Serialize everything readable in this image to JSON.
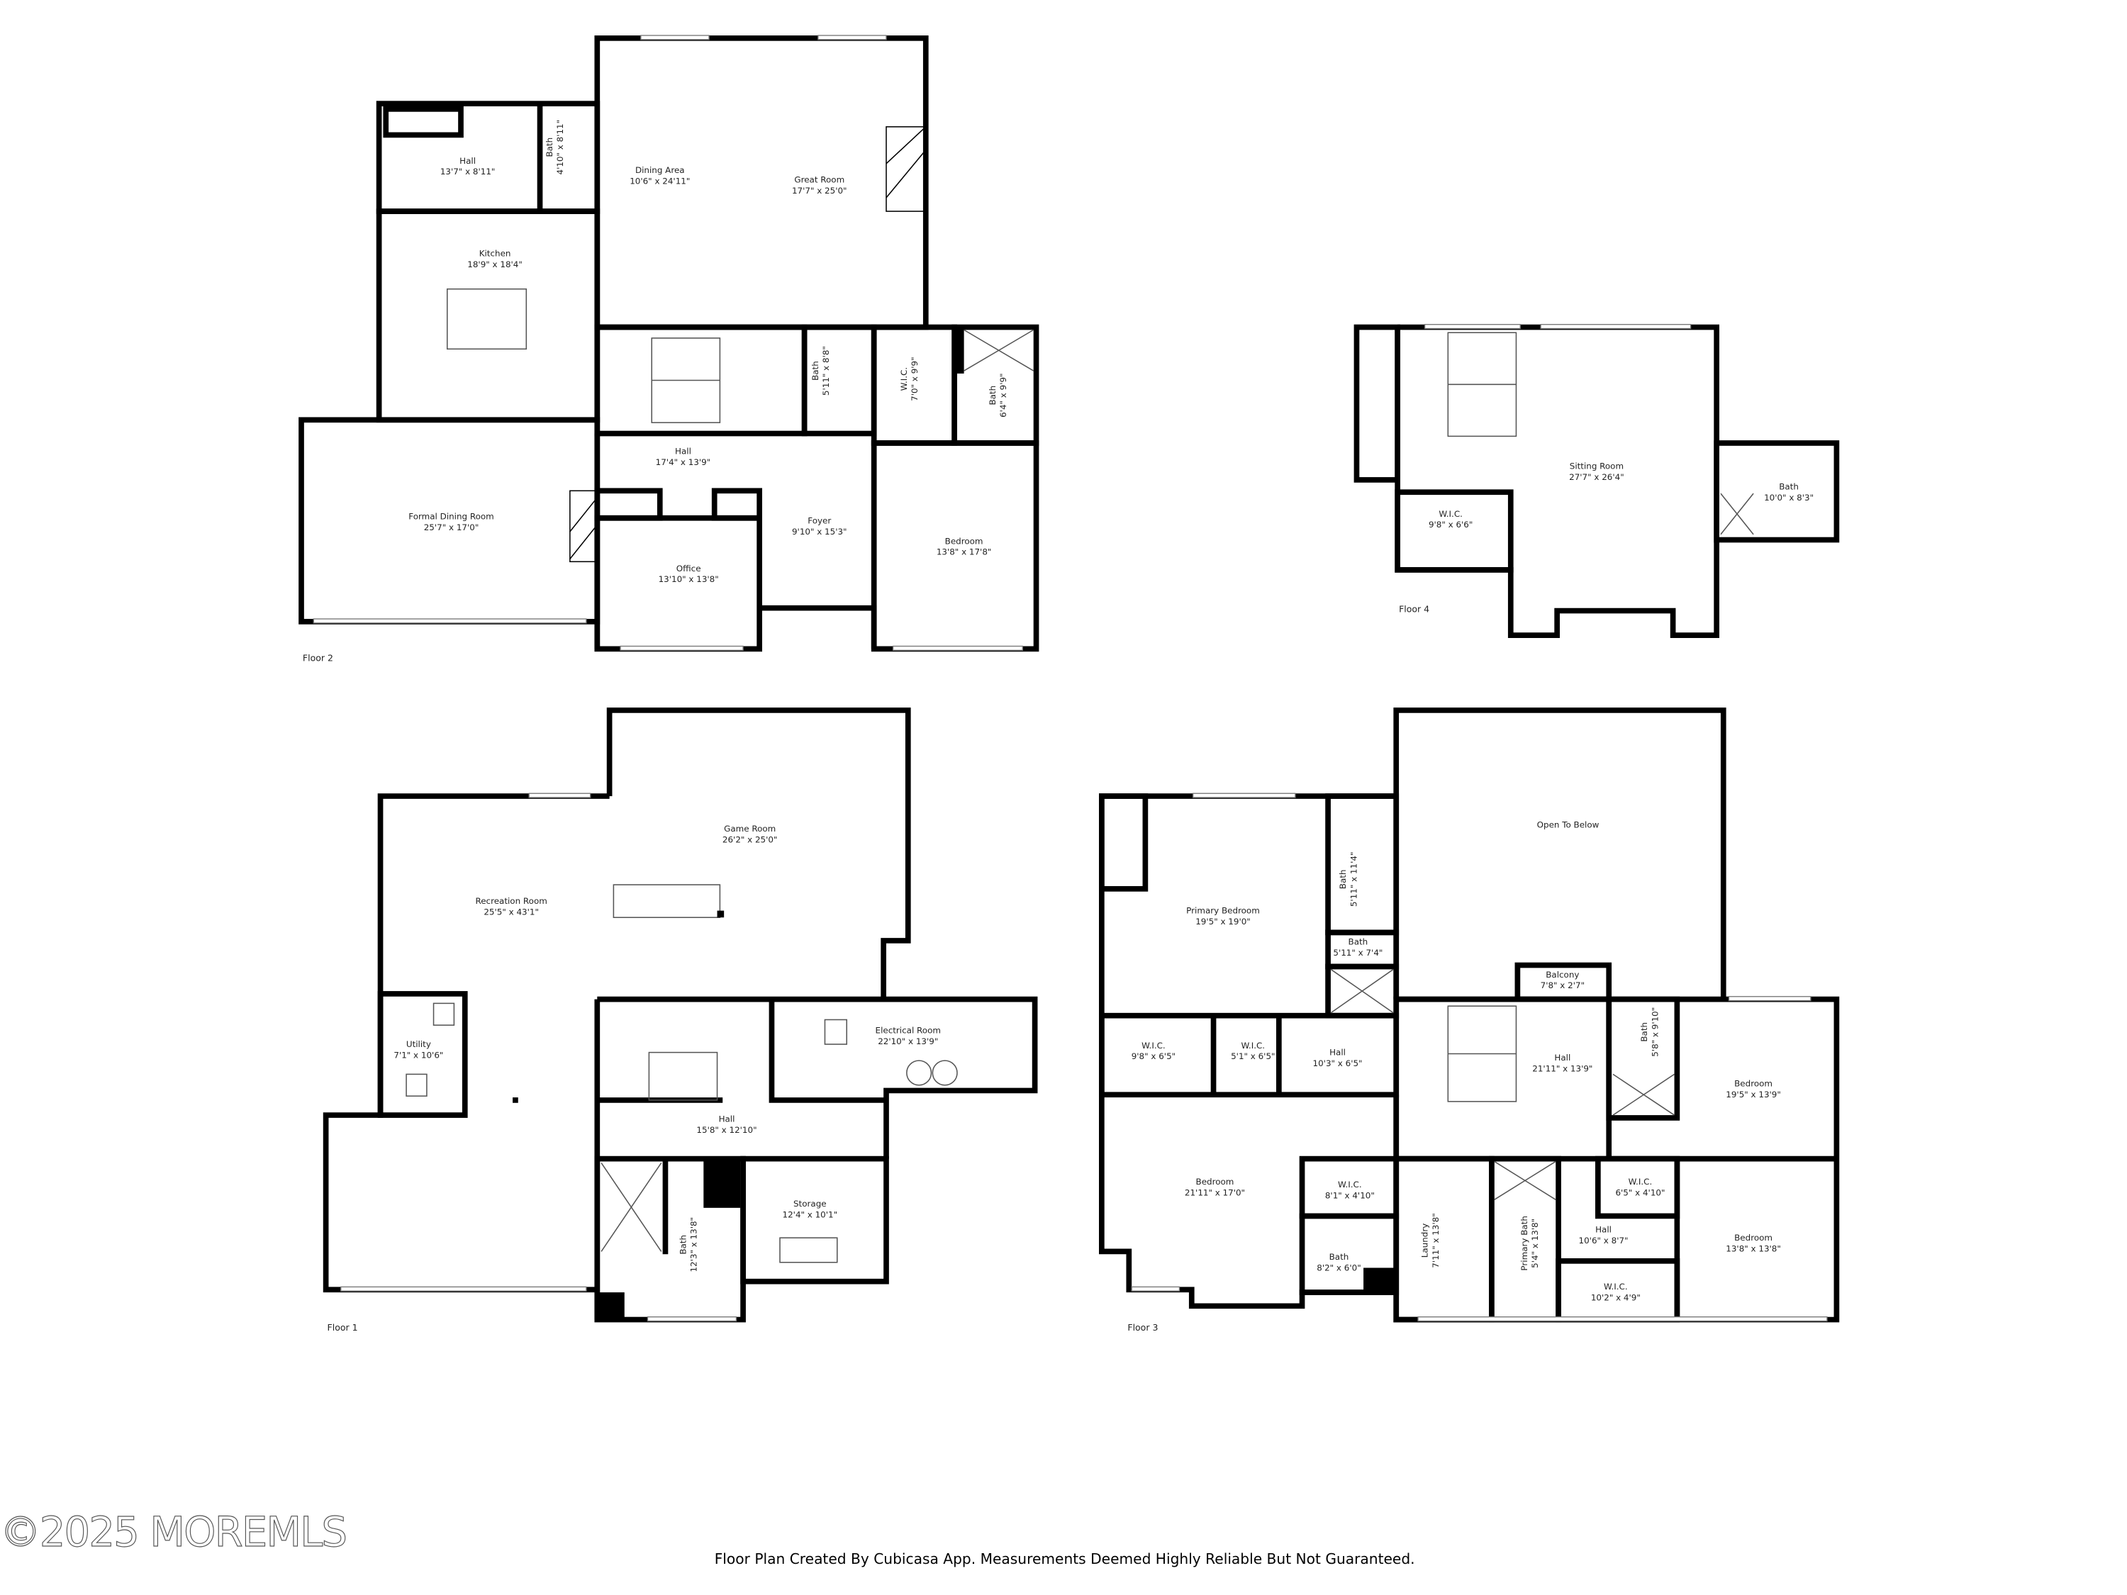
{
  "floors": {
    "floor2": {
      "label": "Floor 2",
      "rooms": [
        {
          "name": "Hall",
          "dims": "13'7\" x 8'11\""
        },
        {
          "name": "Bath",
          "dims": "4'10\" x 8'11\""
        },
        {
          "name": "Dining Area",
          "dims": "10'6\" x 24'11\""
        },
        {
          "name": "Great Room",
          "dims": "17'7\" x 25'0\""
        },
        {
          "name": "Kitchen",
          "dims": "18'9\" x 18'4\""
        },
        {
          "name": "Bath",
          "dims": "5'11\" x 8'8\""
        },
        {
          "name": "W.I.C.",
          "dims": "7'0\" x 9'9\""
        },
        {
          "name": "Bath",
          "dims": "6'4\" x 9'9\""
        },
        {
          "name": "Hall",
          "dims": "17'4\" x 13'9\""
        },
        {
          "name": "Formal Dining Room",
          "dims": "25'7\" x 17'0\""
        },
        {
          "name": "Foyer",
          "dims": "9'10\" x 15'3\""
        },
        {
          "name": "Bedroom",
          "dims": "13'8\" x 17'8\""
        },
        {
          "name": "Office",
          "dims": "13'10\" x 13'8\""
        }
      ]
    },
    "floor4": {
      "label": "Floor 4",
      "rooms": [
        {
          "name": "Sitting Room",
          "dims": "27'7\" x 26'4\""
        },
        {
          "name": "W.I.C.",
          "dims": "9'8\" x 6'6\""
        },
        {
          "name": "Bath",
          "dims": "10'0\" x 8'3\""
        }
      ]
    },
    "floor1": {
      "label": "Floor 1",
      "rooms": [
        {
          "name": "Game Room",
          "dims": "26'2\" x 25'0\""
        },
        {
          "name": "Recreation Room",
          "dims": "25'5\" x 43'1\""
        },
        {
          "name": "Utility",
          "dims": "7'1\" x 10'6\""
        },
        {
          "name": "Electrical Room",
          "dims": "22'10\" x 13'9\""
        },
        {
          "name": "Hall",
          "dims": "15'8\" x 12'10\""
        },
        {
          "name": "Storage",
          "dims": "12'4\" x 10'1\""
        },
        {
          "name": "Bath",
          "dims": "12'3\" x 13'8\""
        }
      ]
    },
    "floor3": {
      "label": "Floor 3",
      "rooms": [
        {
          "name": "Open To Below",
          "dims": ""
        },
        {
          "name": "Primary Bedroom",
          "dims": "19'5\" x 19'0\""
        },
        {
          "name": "Bath",
          "dims": "5'11\" x 11'4\""
        },
        {
          "name": "Bath",
          "dims": "5'11\" x 7'4\""
        },
        {
          "name": "Balcony",
          "dims": "7'8\" x 2'7\""
        },
        {
          "name": "Hall",
          "dims": "21'11\" x 13'9\""
        },
        {
          "name": "Bath",
          "dims": "5'8\" x 9'10\""
        },
        {
          "name": "Bedroom",
          "dims": "19'5\" x 13'9\""
        },
        {
          "name": "W.I.C.",
          "dims": "9'8\" x 6'5\""
        },
        {
          "name": "W.I.C.",
          "dims": "5'1\" x 6'5\""
        },
        {
          "name": "Hall",
          "dims": "10'3\" x 6'5\""
        },
        {
          "name": "Bedroom",
          "dims": "21'11\" x 17'0\""
        },
        {
          "name": "W.I.C.",
          "dims": "8'1\" x 4'10\""
        },
        {
          "name": "W.I.C.",
          "dims": "6'5\" x 4'10\""
        },
        {
          "name": "Bath",
          "dims": "8'2\" x 6'0\""
        },
        {
          "name": "Laundry",
          "dims": "7'11\" x 13'8\""
        },
        {
          "name": "Primary Bath",
          "dims": "5'4\" x 13'8\""
        },
        {
          "name": "Hall",
          "dims": "10'6\" x 8'7\""
        },
        {
          "name": "Bedroom",
          "dims": "13'8\" x 13'8\""
        },
        {
          "name": "W.I.C.",
          "dims": "10'2\" x 4'9\""
        }
      ]
    }
  },
  "watermark": "©2025 MOREMLS",
  "caption": "Floor Plan Created By Cubicasa App. Measurements Deemed Highly Reliable But Not Guaranteed."
}
